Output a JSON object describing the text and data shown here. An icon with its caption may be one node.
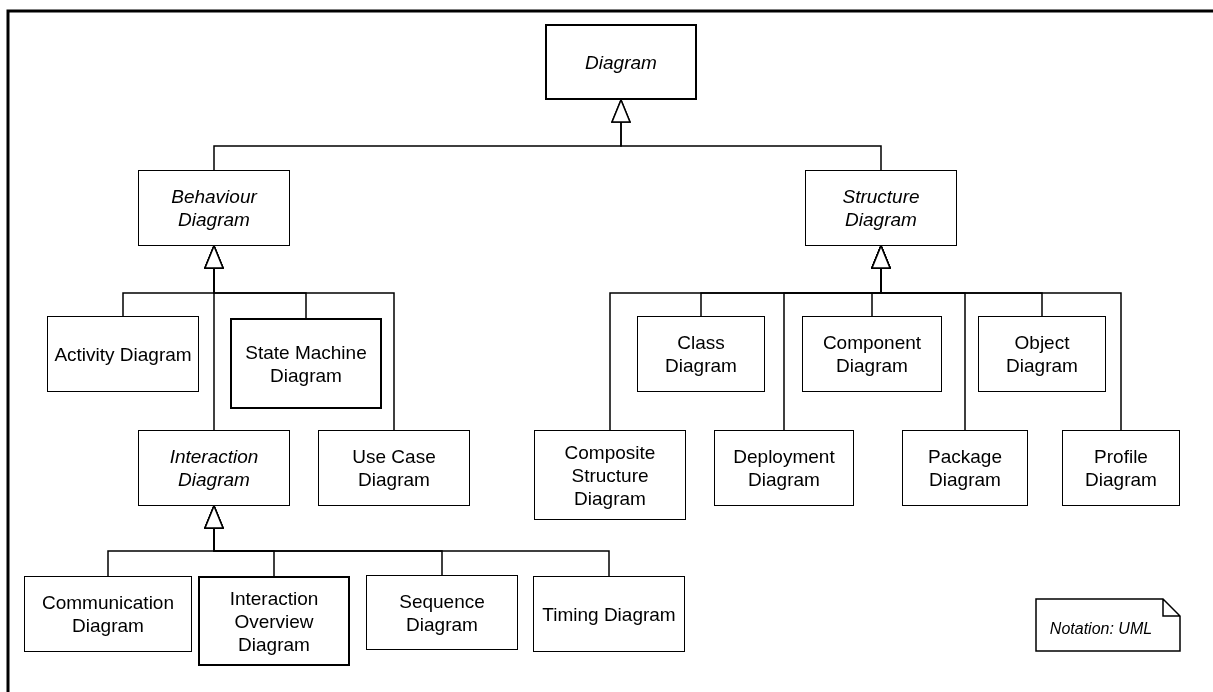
{
  "diagram": {
    "nodes": [
      {
        "text": [
          "Diagram"
        ]
      },
      {
        "text": [
          "Behaviour Diagram"
        ]
      },
      {
        "text": [
          "Structure Diagram"
        ]
      },
      {
        "text": [
          "Activity Diagram"
        ]
      },
      {
        "text": [
          "State Machine Diagram"
        ]
      },
      {
        "text": [
          "Class Diagram"
        ]
      },
      {
        "text": [
          "Component Diagram"
        ]
      },
      {
        "text": [
          "Object Diagram"
        ]
      },
      {
        "text": [
          "Interaction Diagram"
        ]
      },
      {
        "text": [
          "Use Case Diagram"
        ]
      },
      {
        "text": [
          "Composite Structure Diagram"
        ]
      },
      {
        "text": [
          "Deployment Diagram"
        ]
      },
      {
        "text": [
          "Package Diagram"
        ]
      },
      {
        "text": [
          "Profile Diagram"
        ]
      },
      {
        "text": [
          "Communication Diagram"
        ]
      },
      {
        "text": [
          "Interaction Overview Diagram"
        ]
      },
      {
        "text": [
          "Sequence Diagram"
        ]
      },
      {
        "text": [
          "Timing Diagram"
        ]
      },
      {
        "text": [
          "Notation: UML"
        ]
      }
    ],
    "edges": [
      {
        "from": 1,
        "to": 0,
        "arrow": "to"
      },
      {
        "from": 2,
        "to": 0,
        "arrow": "to"
      },
      {
        "from": 3,
        "to": 1,
        "arrow": "to"
      },
      {
        "from": 4,
        "to": 1,
        "arrow": "to"
      },
      {
        "from": 8,
        "to": 1,
        "arrow": "to"
      },
      {
        "from": 9,
        "to": 1,
        "arrow": "to"
      },
      {
        "from": 10,
        "to": 2,
        "arrow": "to"
      },
      {
        "from": 5,
        "to": 2,
        "arrow": "to"
      },
      {
        "from": 11,
        "to": 2,
        "arrow": "to"
      },
      {
        "from": 6,
        "to": 2,
        "arrow": "to"
      },
      {
        "from": 12,
        "to": 2,
        "arrow": "to"
      },
      {
        "from": 7,
        "to": 2,
        "arrow": "to"
      },
      {
        "from": 13,
        "to": 2,
        "arrow": "to"
      },
      {
        "from": 14,
        "to": 8,
        "arrow": "to"
      },
      {
        "from": 15,
        "to": 8,
        "arrow": "to"
      },
      {
        "from": 16,
        "to": 8,
        "arrow": "to"
      },
      {
        "from": 17,
        "to": 8,
        "arrow": "to"
      }
    ]
  }
}
